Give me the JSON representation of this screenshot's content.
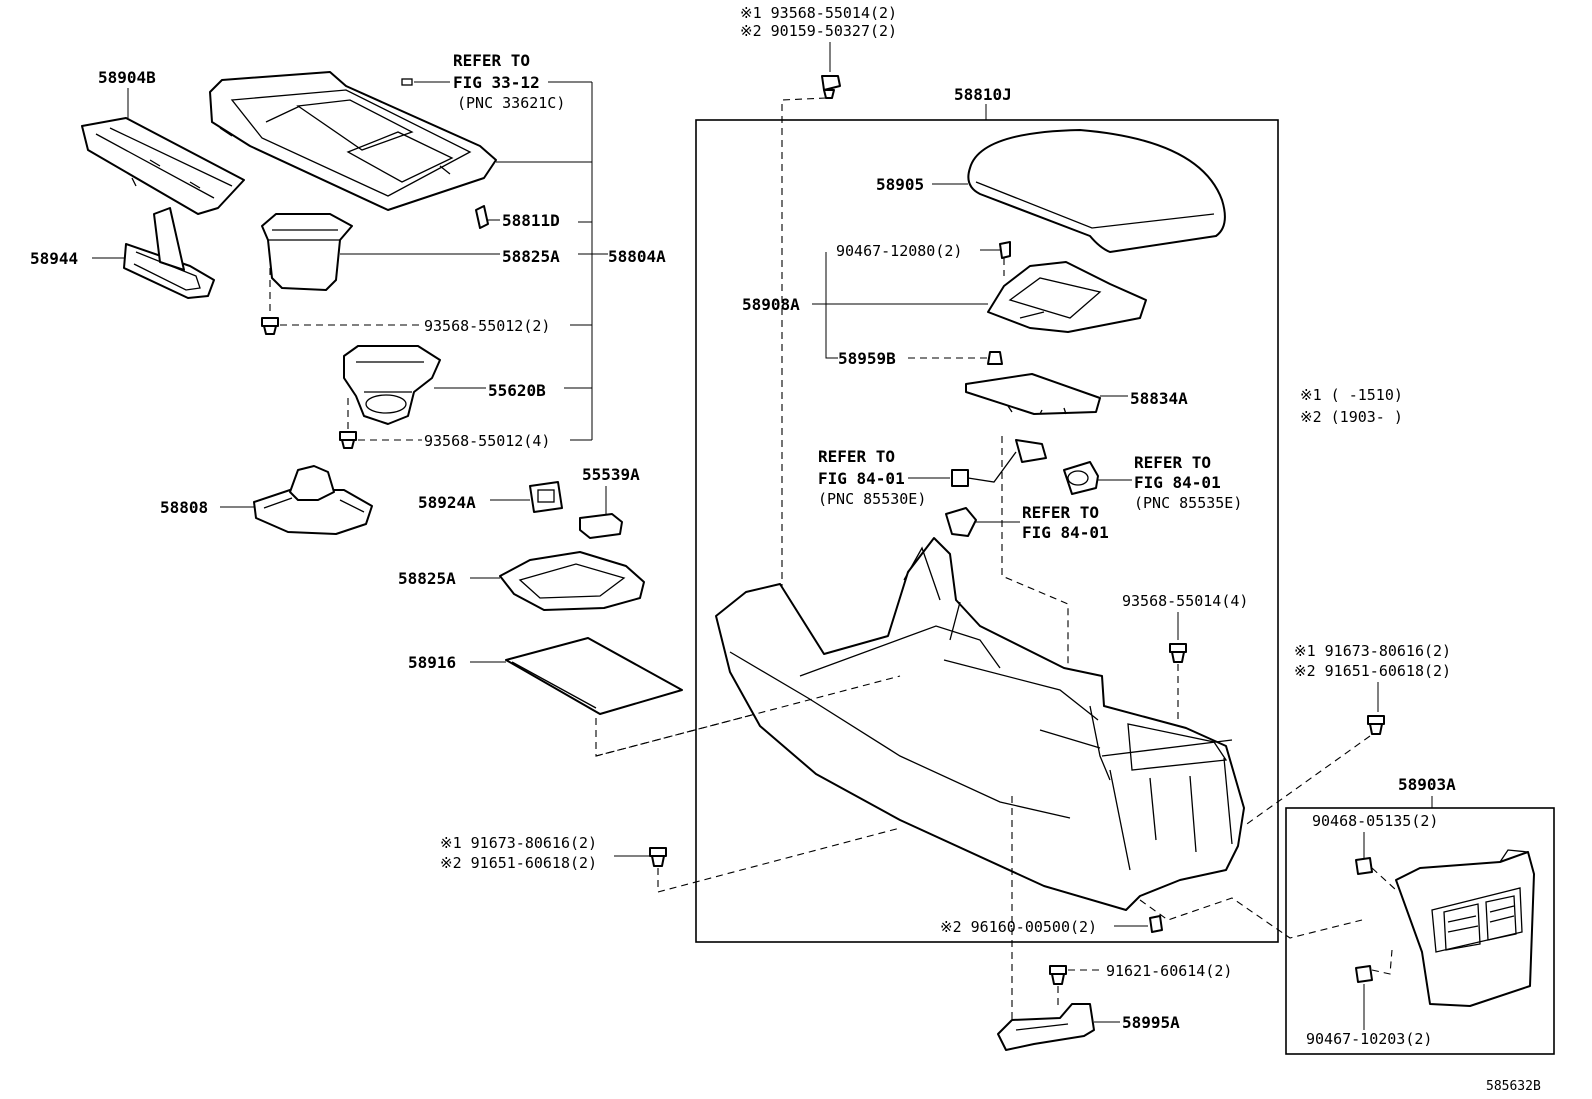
{
  "figure_code": "585632B",
  "labels": {
    "p58904B": "58904B",
    "p58944": "58944",
    "refer_33_line1": "REFER TO",
    "refer_33_line2": "FIG 33-12",
    "refer_33_line3": "(PNC 33621C)",
    "p58811D": "58811D",
    "p58825A_top": "58825A",
    "p58804A": "58804A",
    "p93568_55012_2": "93568-55012(2)",
    "p55620B": "55620B",
    "p93568_55012_4": "93568-55012(4)",
    "p58808": "58808",
    "p58924A": "58924A",
    "p55539A": "55539A",
    "p58825A_bottom": "58825A",
    "p58916": "58916",
    "note1_top_a": "※1 93568-55014(2)",
    "note2_top_a": "※2 90159-50327(2)",
    "p58810J": "58810J",
    "p58905": "58905",
    "p90467_12080": "90467-12080(2)",
    "p58908A": "58908A",
    "p58959B": "58959B",
    "p58834A": "58834A",
    "refer_84_a_line1": "REFER TO",
    "refer_84_a_line2": "FIG 84-01",
    "refer_84_a_line3": "(PNC 85530E)",
    "refer_84_b_line1": "REFER TO",
    "refer_84_b_line2": "FIG 84-01",
    "refer_84_b_line3": "(PNC 85535E)",
    "refer_84_c_line1": "REFER TO",
    "refer_84_c_line2": "FIG 84-01",
    "p93568_55014_4": "93568-55014(4)",
    "note1_left": "※1 91673-80616(2)",
    "note2_left": "※2 91651-60618(2)",
    "note2_96160": "※2 96160-00500(2)",
    "p91621_60614": "91621-60614(2)",
    "p58995A": "58995A",
    "note1_right": "※1 91673-80616(2)",
    "note2_right": "※2 91651-60618(2)",
    "p58903A": "58903A",
    "p90468_05135": "90468-05135(2)",
    "p90467_10203": "90467-10203(2)",
    "legend1": "※1 (     -1510)",
    "legend2": "※2 (1903-     )"
  }
}
